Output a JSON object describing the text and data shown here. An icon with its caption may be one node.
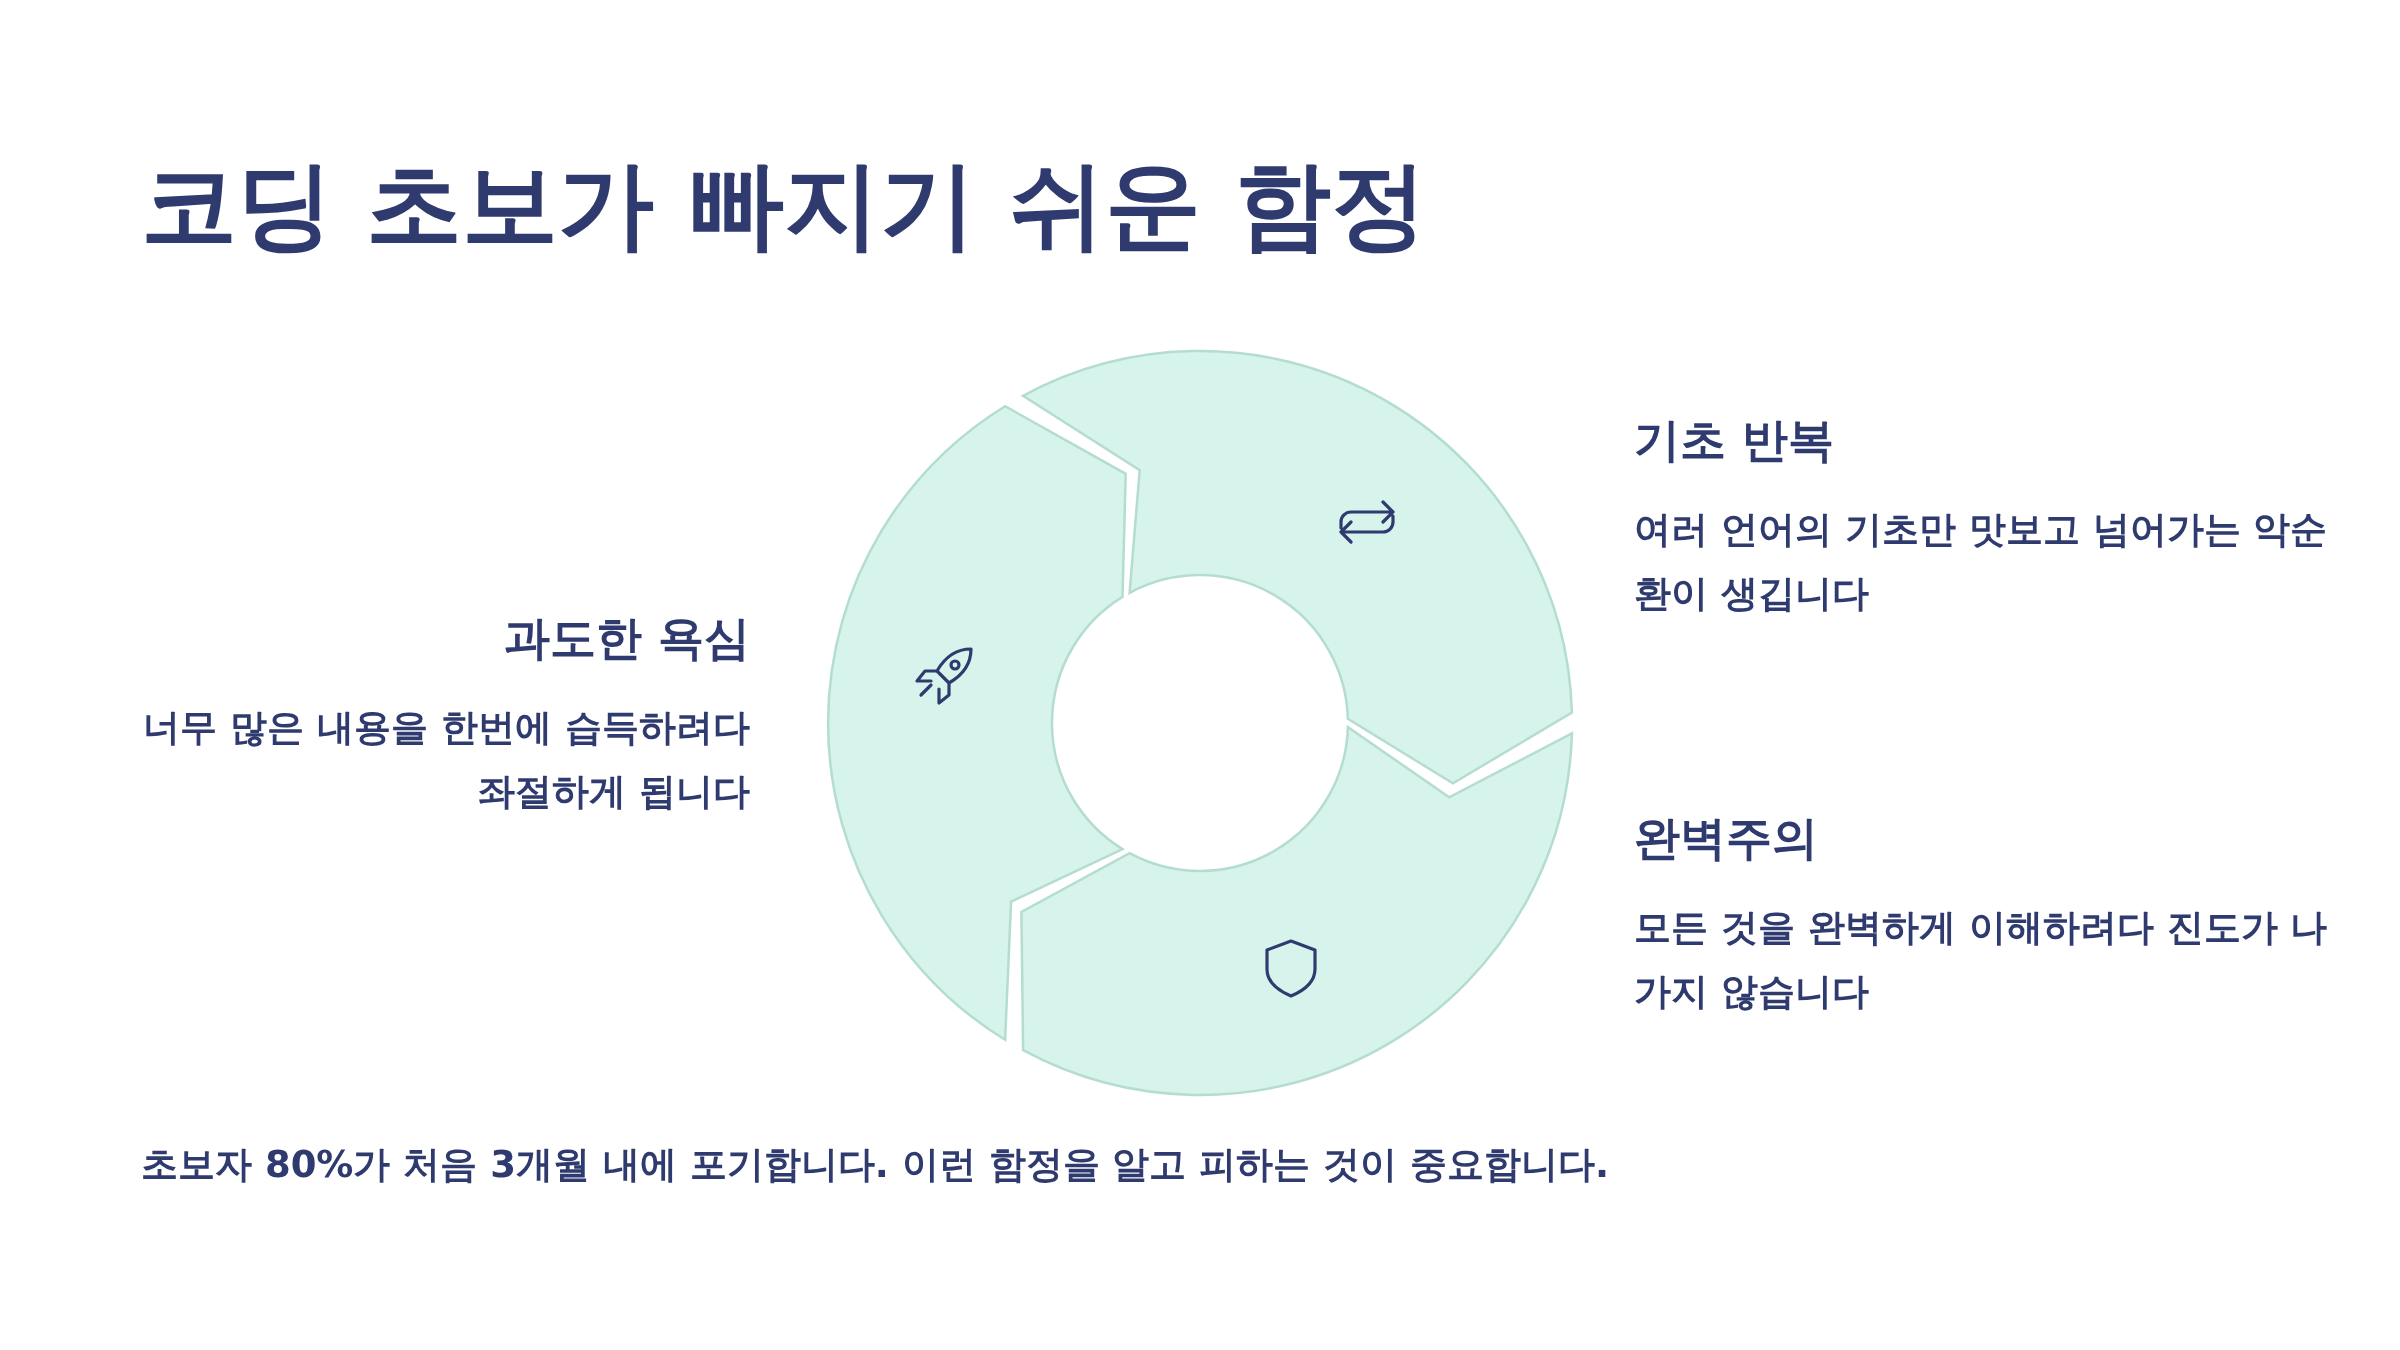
{
  "diagram": {
    "title": "코딩 초보가 빠지기 쉬운 함정",
    "nodes": [
      {
        "text": [
          "기초 반복",
          "여러 언어의 기초만 맛보고 넘어가는 악순환이 생깁니다"
        ]
      },
      {
        "text": [
          "과도한 욕심",
          "너무 많은 내용을 한번에 습득하려다 좌절하게 됩니다"
        ]
      },
      {
        "text": [
          "완벽주의",
          "모든 것을 완벽하게 이해하려다 진도가 나가지 않습니다"
        ]
      }
    ],
    "caption": "초보자 80%가 처음 3개월 내에 포기합니다. 이런 함정을 알고 피하는 것이 중요합니다."
  }
}
